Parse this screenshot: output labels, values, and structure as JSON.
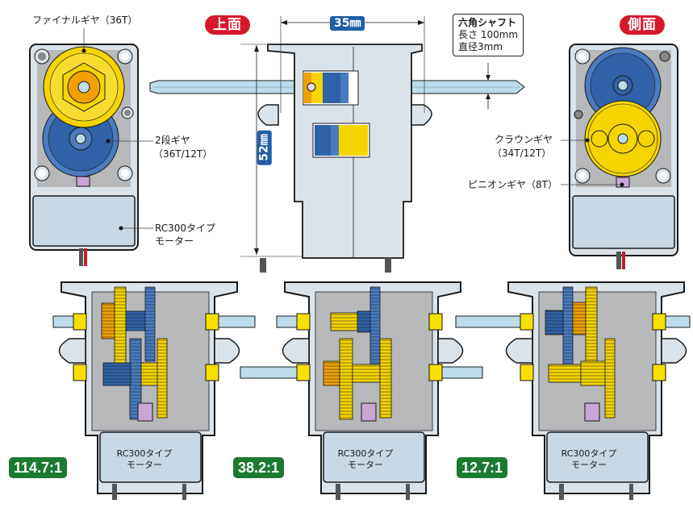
{
  "colors": {
    "frame": "#dbe3ea",
    "frame_outline": "#1a1a1a",
    "gear_yellow": "#f5d400",
    "gear_orange": "#f0a000",
    "gear_blue": "#2f62a8",
    "gear_blue_light": "#4a7bc0",
    "shaft": "#bcdcec",
    "motor": "#c8d8e4",
    "pinion": "#c9a6d6",
    "interior_gray": "#b6b8ba",
    "badge_red": "#d7182a",
    "badge_blue": "#1f5fa8",
    "badge_green": "#1a7a32"
  },
  "views": {
    "top_label": "上面",
    "side_label": "側面"
  },
  "dimensions": {
    "width": "35㎜",
    "height": "52㎜"
  },
  "shaft_spec": {
    "title": "六角シャフト",
    "length": "長さ 100mm",
    "diameter": "直径3mm"
  },
  "left_callouts": {
    "final_gear": "ファイナルギヤ（36T）",
    "two_stage_gear_line1": "2段ギヤ",
    "two_stage_gear_line2": "（36T/12T）",
    "motor_line1": "RC300タイプ",
    "motor_line2": "モーター"
  },
  "right_callouts": {
    "crown_gear_line1": "クラウンギヤ",
    "crown_gear_line2": "（34T/12T）",
    "pinion_gear": "ピニオンギヤ（8T）"
  },
  "configurations": [
    {
      "ratio": "114.7:1",
      "motor_line1": "RC300タイプ",
      "motor_line2": "モーター"
    },
    {
      "ratio": "38.2:1",
      "motor_line1": "RC300タイプ",
      "motor_line2": "モーター"
    },
    {
      "ratio": "12.7:1",
      "motor_line1": "RC300タイプ",
      "motor_line2": "モーター"
    }
  ]
}
